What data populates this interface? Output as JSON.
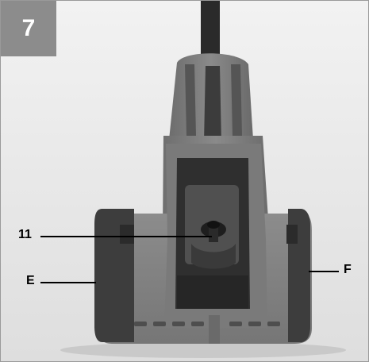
{
  "figure": {
    "number": "7",
    "callouts": {
      "part_11": "11",
      "part_E": "E",
      "part_F": "F"
    }
  }
}
